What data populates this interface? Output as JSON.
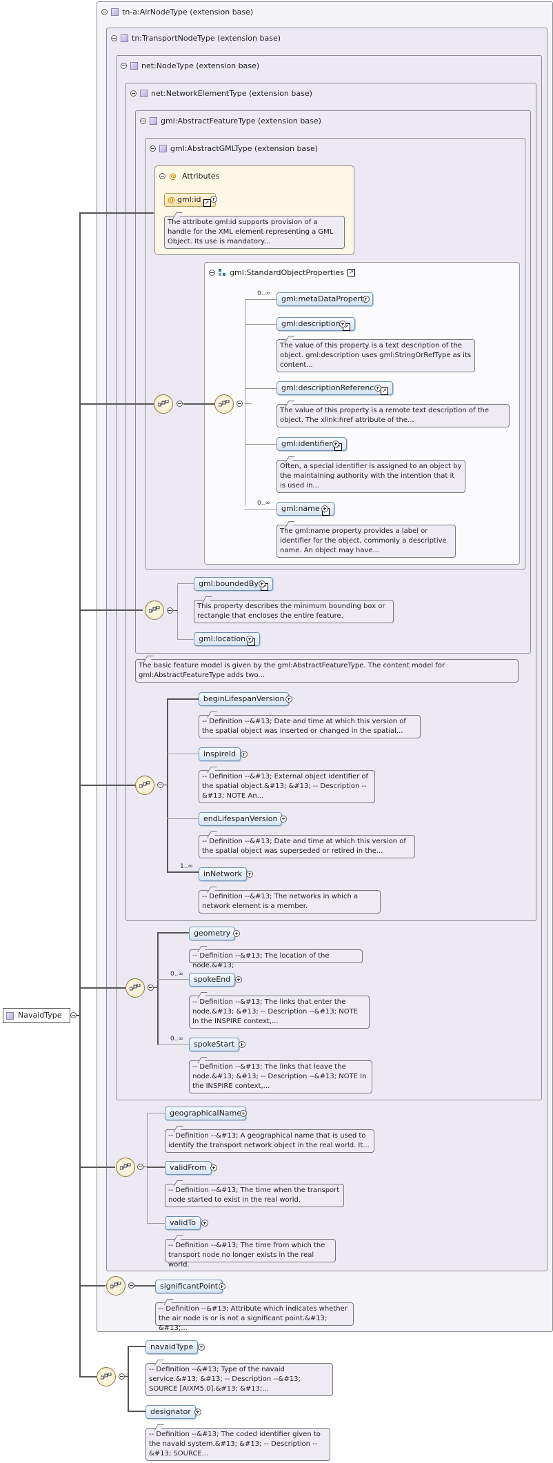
{
  "root": {
    "label": "NavaidType"
  },
  "types": {
    "air": "tn-a:AirNodeType (extension base)",
    "transport": "tn:TransportNodeType (extension base)",
    "node": "net:NodeType (extension base)",
    "network": "net:NetworkElementType (extension base)",
    "feature": "gml:AbstractFeatureType (extension base)",
    "gml": "gml:AbstractGMLType (extension base)"
  },
  "attributes": {
    "title": "Attributes",
    "id_label": "gml:id",
    "id_note": "The attribute gml:id supports provision of a handle for the XML element representing a GML Object. Its use is mandatory..."
  },
  "standard_object_properties": {
    "title": "gml:StandardObjectProperties",
    "metaDataProperty": "gml:metaDataProperty",
    "metaDataProperty_card": "0..∞",
    "description": "gml:description",
    "description_note": "The value of this property is a text description of the object. gml:description uses gml:StringOrRefType as its content...",
    "descriptionReference": "gml:descriptionReference",
    "descriptionReference_note": "The value of this property is a remote text description of the object. The xlink:href attribute of the...",
    "identifier": "gml:identifier",
    "identifier_note": "Often, a special identifier is assigned to an object by the maintaining authority with the intention that it is used in...",
    "name": "gml:name",
    "name_card": "0..∞",
    "name_note": "The gml:name property provides a label or identifier for the object, commonly a descriptive name. An object may have..."
  },
  "feature_elements": {
    "boundedBy": "gml:boundedBy",
    "boundedBy_note": "This property describes the minimum bounding box or rectangle that encloses the entire feature.",
    "location": "gml:location",
    "feature_note": "The basic feature model is given by the gml:AbstractFeatureType. The content model for gml:AbstractFeatureType adds two..."
  },
  "network_elements": {
    "beginLifespanVersion": "beginLifespanVersion",
    "beginLifespanVersion_note": "-- Definition --&#13; Date and time at which this version of the spatial object was inserted or changed in the spatial...",
    "inspireId": "inspireId",
    "inspireId_note": "-- Definition --&#13; External object identifier of the spatial object.&#13; &#13; -- Description --&#13; NOTE An...",
    "endLifespanVersion": "endLifespanVersion",
    "endLifespanVersion_note": "-- Definition --&#13; Date and time at which this version of the spatial object was superseded or retired in the...",
    "inNetwork": "inNetwork",
    "inNetwork_card": "1..∞",
    "inNetwork_note": "-- Definition --&#13; The networks in which a network element is a member."
  },
  "node_elements": {
    "geometry": "geometry",
    "geometry_note": "-- Definition --&#13; The location of the node.&#13;",
    "spokeEnd": "spokeEnd",
    "spokeEnd_card": "0..∞",
    "spokeEnd_note": "-- Definition --&#13; The links that enter the node.&#13; &#13; -- Description --&#13; NOTE In the INSPIRE context,...",
    "spokeStart": "spokeStart",
    "spokeStart_card": "0..∞",
    "spokeStart_note": "-- Definition --&#13; The links that leave the node.&#13; &#13; -- Description --&#13; NOTE In the INSPIRE context,..."
  },
  "transport_elements": {
    "geographicalName": "geographicalName",
    "geographicalName_note": "-- Definition --&#13; A geographical name that is used to identify the transport network object in the real world. It...",
    "validFrom": "validFrom",
    "validFrom_note": "-- Definition --&#13; The time when the transport node started to exist in the real world.",
    "validTo": "validTo",
    "validTo_note": "-- Definition --&#13; The time from which the transport node no longer exists in the real world."
  },
  "air_elements": {
    "significantPoint": "significantPoint",
    "significantPoint_note": "-- Definition --&#13; Attribute which indicates whether the air node is or is not a significant point.&#13; &#13;..."
  },
  "navaid_elements": {
    "navaidType": "navaidType",
    "navaidType_note": "-- Definition --&#13; Type of the navaid service.&#13; &#13; -- Description --&#13; SOURCE [AIXM5.0].&#13; &#13;...",
    "designator": "designator",
    "designator_note": "-- Definition --&#13; The coded identifier given to the navaid system.&#13; &#13; -- Description --&#13; SOURCE..."
  }
}
